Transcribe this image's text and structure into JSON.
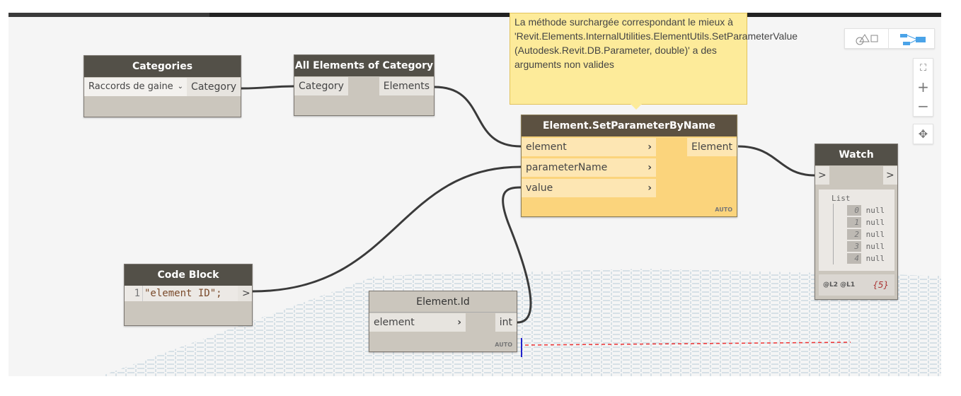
{
  "tooltip": {
    "text": "La méthode surchargée correspondant le mieux à 'Revit.Elements.InternalUtilities.ElementUtils.SetParameterValue (Autodesk.Revit.DB.Parameter, double)' a des arguments non valides"
  },
  "nodes": {
    "categories": {
      "title": "Categories",
      "dropdown": "Raccords de gaine",
      "output": "Category"
    },
    "all_elements": {
      "title": "All Elements of Category",
      "input": "Category",
      "output": "Elements"
    },
    "set_param": {
      "title": "Element.SetParameterByName",
      "inputs": [
        "element",
        "parameterName",
        "value"
      ],
      "output": "Element",
      "lacing": "AUTO"
    },
    "watch": {
      "title": "Watch",
      "list_label": "List",
      "items": [
        {
          "index": "0",
          "value": "null"
        },
        {
          "index": "1",
          "value": "null"
        },
        {
          "index": "2",
          "value": "null"
        },
        {
          "index": "3",
          "value": "null"
        },
        {
          "index": "4",
          "value": "null"
        }
      ],
      "levels": "@L2 @L1",
      "count": "{5}"
    },
    "code_block": {
      "title": "Code Block",
      "line_number": "1",
      "code": "\"element ID\";"
    },
    "element_id": {
      "title": "Element.Id",
      "input": "element",
      "output": "int",
      "lacing": "AUTO"
    }
  },
  "controls": {
    "fit": "⛶",
    "zoom_in": "+",
    "zoom_out": "−",
    "pan": "✥"
  }
}
